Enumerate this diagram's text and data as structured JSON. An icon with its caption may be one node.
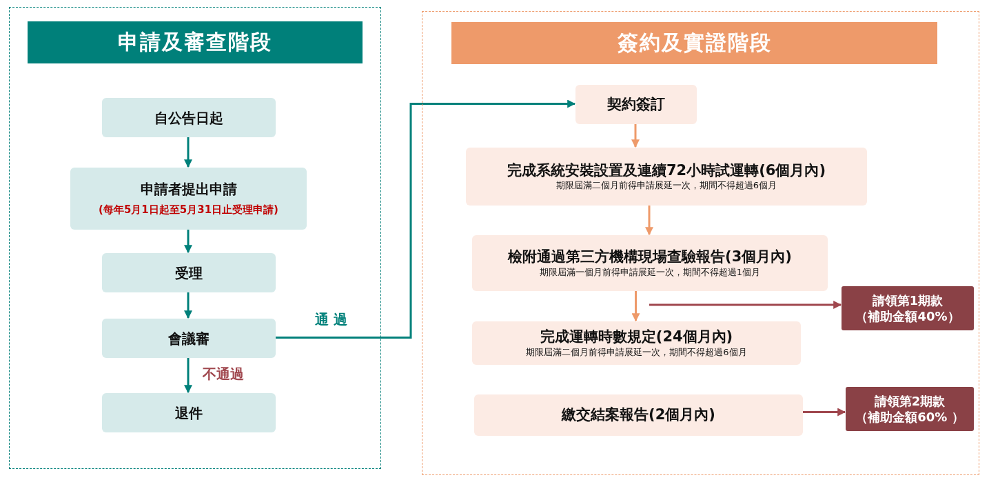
{
  "diagram": {
    "nodes": [
      {
        "text": [
          "申請及審查階段"
        ]
      },
      {
        "text": [
          "自公告日起"
        ],
        "in": 0
      },
      {
        "text": [
          "申請者提出申請",
          "(每年5月1日起至5月31日止受理申請)"
        ],
        "in": 0
      },
      {
        "text": [
          "受理"
        ],
        "in": 0
      },
      {
        "text": [
          "會議審"
        ],
        "in": 0
      },
      {
        "text": [
          "退件"
        ],
        "in": 0
      },
      {
        "text": [
          "簽約及實證階段"
        ]
      },
      {
        "text": [
          "契約簽訂"
        ],
        "in": 6
      },
      {
        "text": [
          "完成系統安裝設置及連續72小時試運轉(6個月內)",
          "期限屆滿二個月前得申請展延一次，期間不得超過6個月"
        ],
        "in": 6
      },
      {
        "text": [
          "檢附通過第三方機構現場查驗報告(3個月內)",
          "期限屆滿一個月前得申請展延一次，期間不得超過1個月"
        ],
        "in": 6
      },
      {
        "text": [
          "完成運轉時數規定(24個月內)",
          "期限屆滿二個月前得申請展延一次，期間不得超過6個月"
        ],
        "in": 6
      },
      {
        "text": [
          "繳交結案報告(2個月內)"
        ],
        "in": 6
      },
      {
        "text": [
          "請領第1期款",
          "（補助金額40%）"
        ],
        "in": 6
      },
      {
        "text": [
          "請領第2期款",
          "（補助金額60% ）"
        ],
        "in": 6
      }
    ],
    "edges": [
      {
        "from": 1,
        "to": 2,
        "arrow": "to"
      },
      {
        "from": 2,
        "to": 3,
        "arrow": "to"
      },
      {
        "from": 3,
        "to": 4,
        "arrow": "to"
      },
      {
        "from": 4,
        "to": 5,
        "arrow": "to",
        "label": "不通過"
      },
      {
        "from": 4,
        "to": 7,
        "arrow": "to",
        "label": "通 過"
      },
      {
        "from": 7,
        "to": 8,
        "arrow": "to",
        "color": "#ee9a6a"
      },
      {
        "from": 8,
        "to": 9,
        "arrow": "to",
        "color": "#ee9a6a"
      },
      {
        "from": 9,
        "to": 10,
        "arrow": "to",
        "color": "#ee9a6a"
      },
      {
        "from": null,
        "to": 12,
        "arrow": "to",
        "color": "#a0474e"
      },
      {
        "from": 11,
        "to": 13,
        "arrow": "to",
        "color": "#a0474e"
      }
    ]
  }
}
